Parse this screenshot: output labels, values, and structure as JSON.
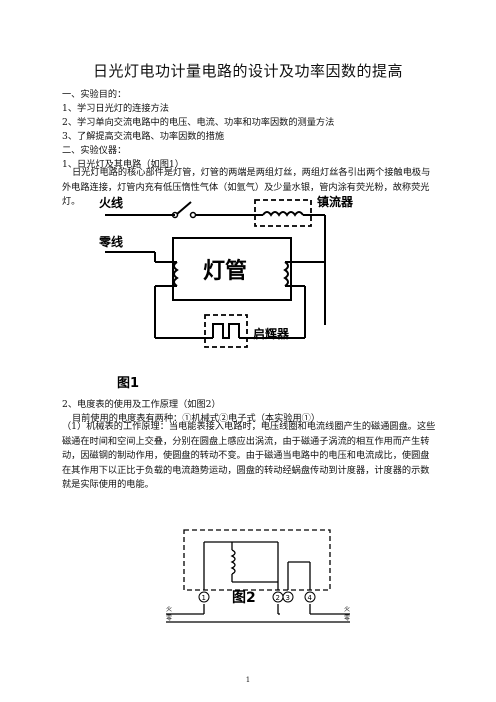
{
  "doc": {
    "title": "日光灯电功计量电路的设计及功率因数的提高",
    "s1_heading": "一、实验目的：",
    "goals": [
      "1、学习日光灯的连接方法",
      "2、学习单向交流电路中的电压、电流、功率和功率因数的测量方法",
      "3、了解提高交流电路、功率因数的措施"
    ],
    "s2_heading": "二、实验仪器：",
    "item1_heading": "1、日光灯及其电路（如图1）",
    "item1_text": "日光灯电路的核心部件是灯管，灯管的两端是两组灯丝，两组灯丝各引出两个接触电极与外电路连接，灯管内充有低压惰性气体（如氩气）及少量水银，管内涂有荧光粉，故称荧光灯。",
    "item2_heading": "2、电度表的使用及工作原理（如图2）",
    "item2_line": "目前使用的电度表有两种：①机械式②电子式（本实验用①）",
    "item2_text": "（1）机械表的工作原理：当电能表接入电路时，电压线圈和电流线圈产生的磁通圆盘。这些磁通在时间和空间上交叠，分别在圆盘上感应出涡流，由于磁通子涡流的相互作用而产生转动，因磁钢的制动作用，使圆盘的转动不变。由于磁通当电路中的电压和电流成比，使圆盘在其作用下以正比于负载的电流趋势运动，圆盘的转动经蜗盘传动到计度器，计度器的示数就是实际使用的电能。",
    "page_number": "1"
  },
  "fig1": {
    "live_label": "火线",
    "neutral_label": "零线",
    "ballast_label": "镇流器",
    "tube_label": "灯管",
    "starter_label": "启辉器",
    "caption": "图1"
  },
  "fig2": {
    "caption": "图2",
    "terminals": [
      "1",
      "2",
      "3",
      "4"
    ],
    "live_left": "火",
    "neutral_left": "零",
    "live_right": "火",
    "neutral_right": "零"
  }
}
